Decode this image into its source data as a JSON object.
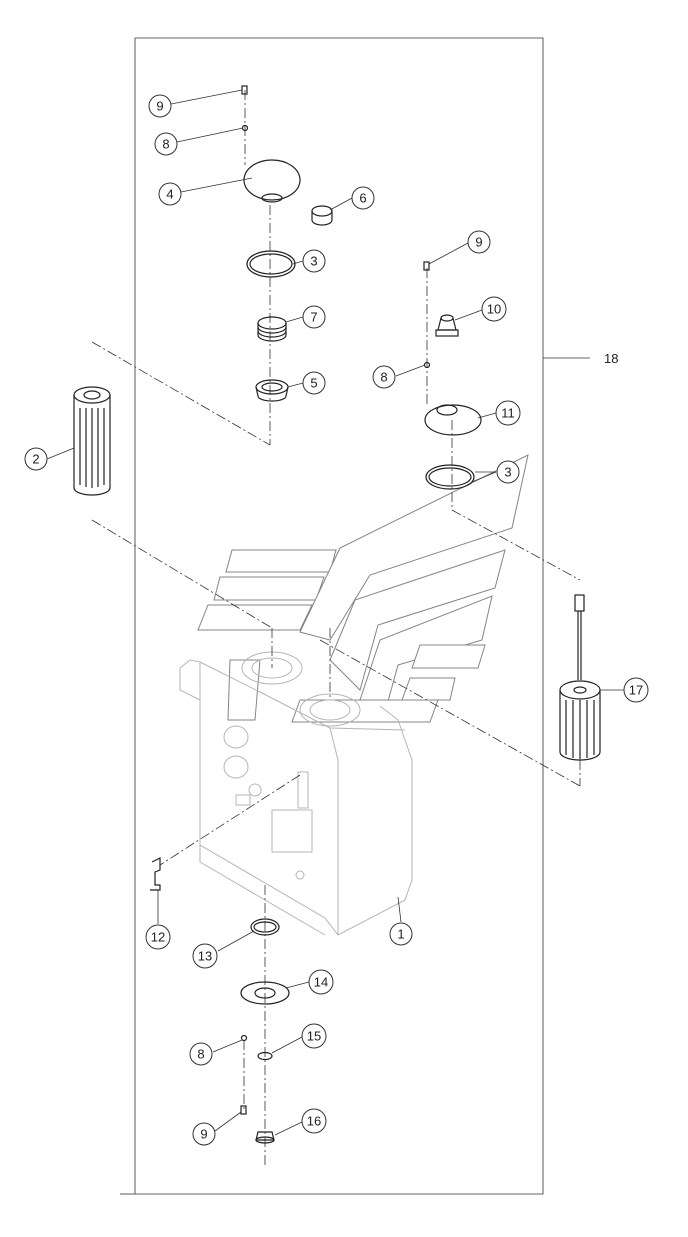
{
  "drawing": {
    "frame_label": "18",
    "callouts": [
      {
        "id": "c9a",
        "text": "9"
      },
      {
        "id": "c8a",
        "text": "8"
      },
      {
        "id": "c4",
        "text": "4"
      },
      {
        "id": "c6",
        "text": "6"
      },
      {
        "id": "c3a",
        "text": "3"
      },
      {
        "id": "c7",
        "text": "7"
      },
      {
        "id": "c5",
        "text": "5"
      },
      {
        "id": "c2",
        "text": "2"
      },
      {
        "id": "c9b",
        "text": "9"
      },
      {
        "id": "c10",
        "text": "10"
      },
      {
        "id": "c8b",
        "text": "8"
      },
      {
        "id": "c11",
        "text": "11"
      },
      {
        "id": "c3b",
        "text": "3"
      },
      {
        "id": "c17",
        "text": "17"
      },
      {
        "id": "c12",
        "text": "12"
      },
      {
        "id": "c13",
        "text": "13"
      },
      {
        "id": "c1",
        "text": "1"
      },
      {
        "id": "c14",
        "text": "14"
      },
      {
        "id": "c8c",
        "text": "8"
      },
      {
        "id": "c15",
        "text": "15"
      },
      {
        "id": "c9c",
        "text": "9"
      },
      {
        "id": "c16",
        "text": "16"
      }
    ]
  }
}
